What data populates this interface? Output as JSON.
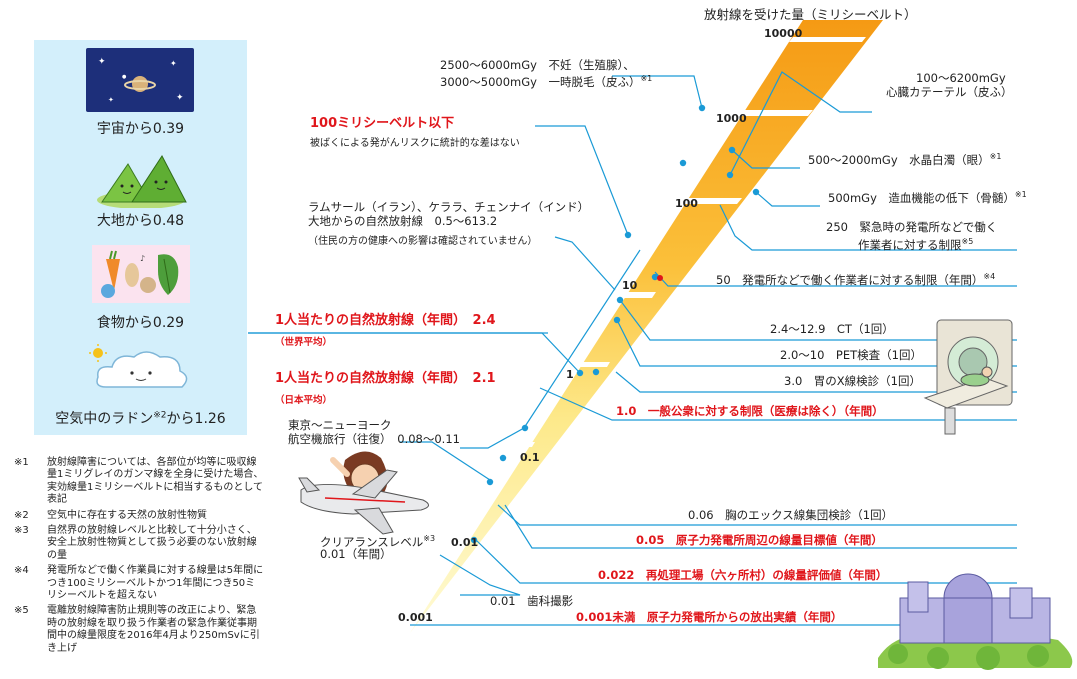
{
  "axis_title": "放射線を受けた量（ミリシーベルト）",
  "scale_marks": [
    "10000",
    "1000",
    "100",
    "10",
    "1",
    "0.1",
    "0.01",
    "0.001"
  ],
  "natural_sources": [
    {
      "label": "宇宙から0.39",
      "icon": "space-planet-icon"
    },
    {
      "label": "大地から0.48",
      "icon": "mountain-icon"
    },
    {
      "label": "食物から0.29",
      "icon": "food-icon"
    },
    {
      "label": "空気中のラドン",
      "label_sup": "※2",
      "label_after": "から1.26",
      "icon": "cloud-icon"
    }
  ],
  "left_annotations": {
    "infertility_1": "2500～6000mGy　不妊（生殖腺）、",
    "infertility_2": "3000～5000mGy　一時脱毛（皮ふ）",
    "infertility_note": "※1",
    "limit100_title": "100ミリシーベルト以下",
    "limit100_sub": "被ばくによる発がんリスクに統計的な差はない",
    "ramsar_1": "ラムサール（イラン）、ケララ、チェンナイ（インド）",
    "ramsar_2": "大地からの自然放射線　0.5～613.2",
    "ramsar_3": "（住民の方の健康への影響は確認されていません）",
    "world_avg_title": "1人当たりの自然放射線（年間）　2.4",
    "world_avg_sub": "（世界平均）",
    "japan_avg_title": "1人当たりの自然放射線（年間）　2.1",
    "japan_avg_sub": "（日本平均）",
    "flight_1": "東京～ニューヨーク",
    "flight_2": "航空機旅行（往復）　0.08～0.11",
    "clearance_1": "クリアランスレベル",
    "clearance_note": "※3",
    "clearance_2": "0.01（年間）"
  },
  "right_annotations": {
    "catheter_1": "100～6200mGy",
    "catheter_2": "心臓カテーテル（皮ふ）",
    "cataract": "500～2000mGy　水晶白濁（眼）",
    "cataract_note": "※1",
    "marrow": "500mGy　造血機能の低下（骨髄）",
    "marrow_note": "※1",
    "emergency_1": "250　緊急時の発電所などで働く",
    "emergency_2": "作業者に対する制限",
    "emergency_note": "※5",
    "worker50": "50　発電所などで働く作業者に対する制限（年間）",
    "worker50_note": "※4",
    "ct": "2.4～12.9　CT（1回）",
    "pet": "2.0～10　PET検査（1回）",
    "stomach": "3.0　胃のX線検診（1回）",
    "public_limit": "1.0　一般公衆に対する制限（医療は除く）（年間）",
    "chest": "0.06　胸のエックス線集団検診（1回）",
    "npp_target": "0.05　原子力発電所周辺の線量目標値（年間）",
    "reprocessing": "0.022　再処理工場（六ヶ所村）の線量評価値（年間）",
    "dental": "0.01　歯科撮影",
    "npp_release": "0.001未満　原子力発電所からの放出実績（年間）"
  },
  "footnotes": [
    {
      "mark": "※1",
      "text": "放射線障害については、各部位が均等に吸収線量1ミリグレイのガンマ線を全身に受けた場合、実効線量1ミリシーベルトに相当するものとして表記"
    },
    {
      "mark": "※2",
      "text": "空気中に存在する天然の放射性物質"
    },
    {
      "mark": "※3",
      "text": "自然界の放射線レベルと比較して十分小さく、安全上放射性物質として扱う必要のない放射線の量"
    },
    {
      "mark": "※4",
      "text": "発電所などで働く作業員に対する線量は5年間につき100ミリシーベルトかつ1年間につき50ミリシーベルトを超えない"
    },
    {
      "mark": "※5",
      "text": "電離放射線障害防止規則等の改正により、緊急時の放射線を取り扱う作業者の緊急作業従事期間中の線量限度を2016年4月より250mSvに引き上げ"
    }
  ],
  "colors": {
    "accent_red": "#e0161b",
    "line_blue": "#1a9ad6",
    "panel_bg": "#d3effb",
    "orange": "#f7a21b",
    "yellow": "#fff6b0"
  }
}
